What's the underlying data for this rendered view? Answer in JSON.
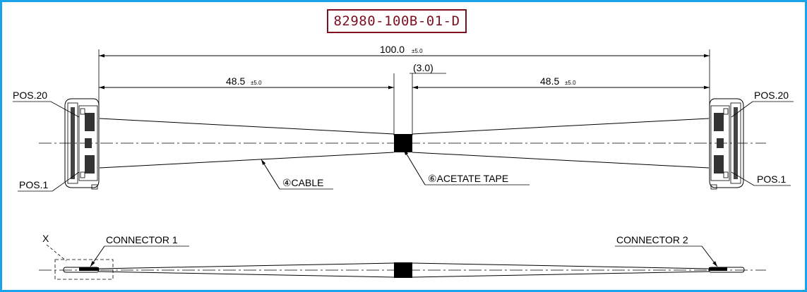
{
  "drawing_number": "82980-100B-01-D",
  "dimensions": {
    "overall": {
      "value": "100.0",
      "tolerance": "±5.0"
    },
    "left": {
      "value": "48.5",
      "tolerance": "±5.0"
    },
    "right": {
      "value": "48.5",
      "tolerance": "±5.0"
    },
    "tape": {
      "value": "(3.0)"
    }
  },
  "labels": {
    "pos20_left": "POS.20",
    "pos1_left": "POS.1",
    "pos20_right": "POS.20",
    "pos1_right": "POS.1",
    "cable": "④CABLE",
    "acetate_tape": "⑥ACETATE TAPE",
    "detail_x": "X",
    "connector1": "CONNECTOR 1",
    "connector2": "CONNECTOR 2"
  },
  "colors": {
    "frame": "#1aa3e8",
    "title": "#7a1020"
  }
}
